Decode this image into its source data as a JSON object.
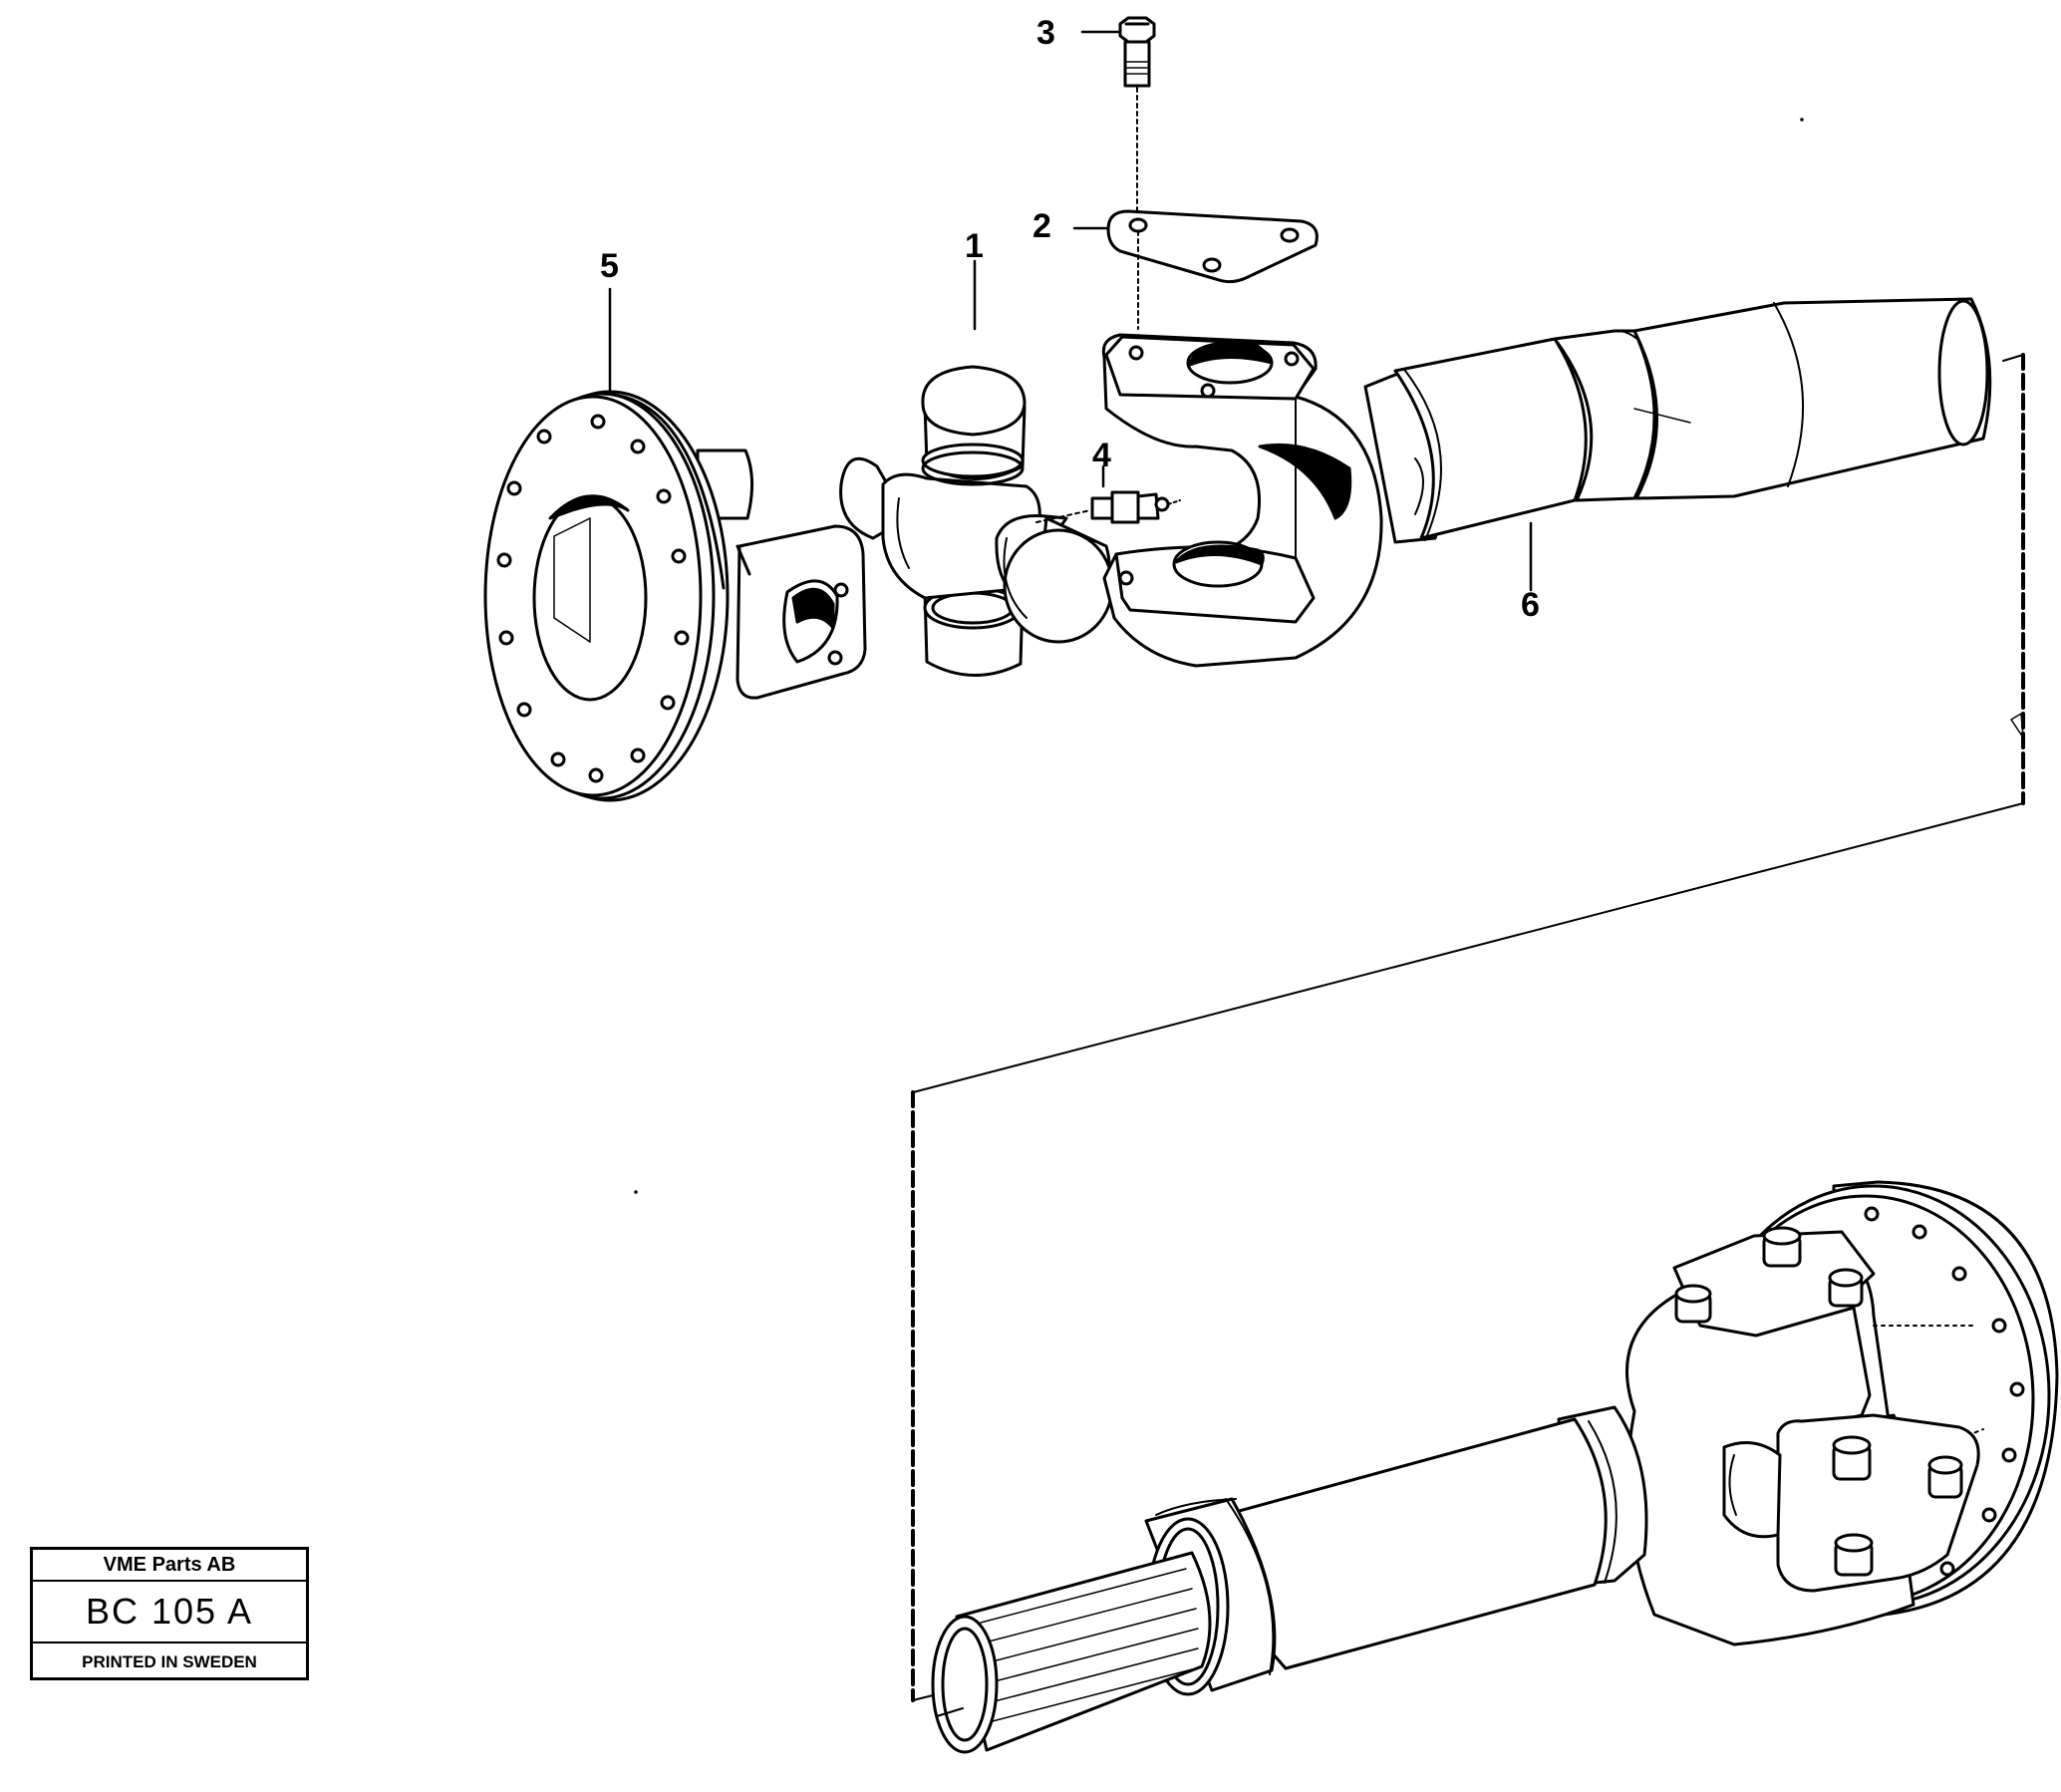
{
  "callouts": {
    "c1": "1",
    "c2": "2",
    "c3": "3",
    "c4": "4",
    "c5": "5",
    "c6": "6"
  },
  "title_block": {
    "company": "VME Parts AB",
    "code": "BC 105 A",
    "printed": "PRINTED IN SWEDEN"
  }
}
